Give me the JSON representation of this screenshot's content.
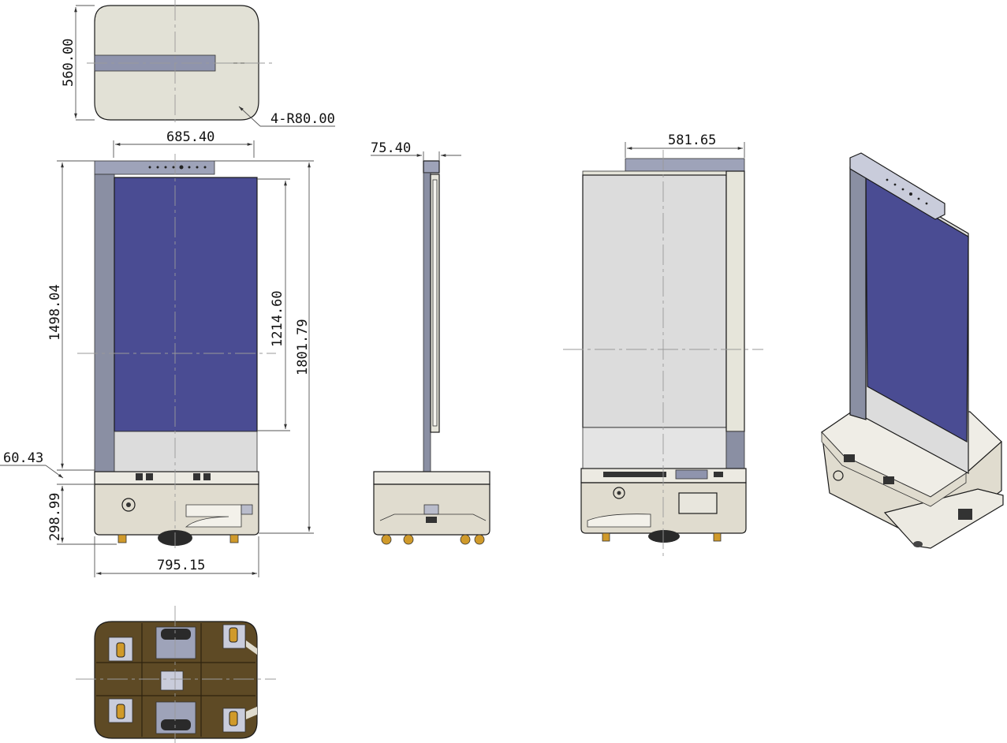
{
  "dimensions": {
    "top_depth": "560.00",
    "corner_radius": "4-R80.00",
    "front_width": "685.40",
    "screen_height": "1498.04",
    "display_height": "1214.60",
    "total_height": "1801.79",
    "base_gap": "60.43",
    "base_height": "298.99",
    "base_width": "795.15",
    "side_thickness": "75.40",
    "rear_width": "581.65"
  },
  "colors": {
    "screen": "#4a4c93",
    "column": "#8a8fa3",
    "header": "#9ea3b9",
    "base": "#e0dccf",
    "panel": "#dcdcdc",
    "underside": "#5e4a25",
    "caster": "#d09a2a",
    "wheel": "#2a2a2a"
  }
}
